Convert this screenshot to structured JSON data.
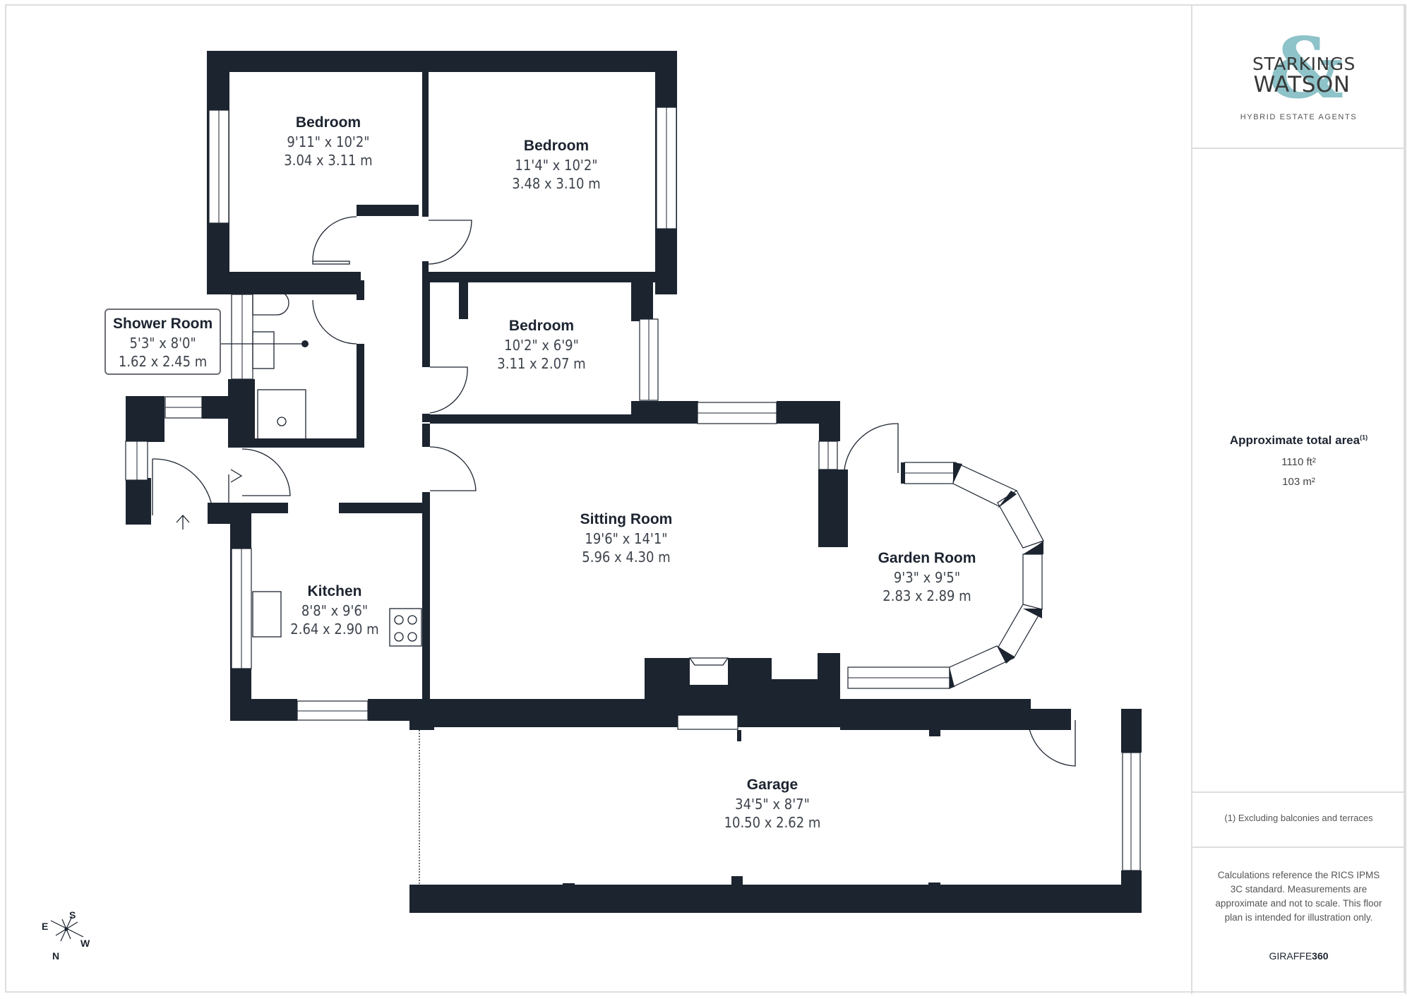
{
  "brand": {
    "logo_line1": "STARKINGS",
    "logo_line2": "WATSON",
    "logo_ampersand": "&",
    "tagline": "HYBRID ESTATE AGENTS",
    "accent_color": "#8dc3c9",
    "wall_color": "#1c2430"
  },
  "summary": {
    "title": "Approximate total area",
    "footnote_marker": "(1)",
    "area_ft": "1110 ft²",
    "area_m": "103 m²"
  },
  "footnotes": {
    "note1": "(1) Excluding balconies and terraces",
    "disclaimer": "Calculations reference the RICS IPMS 3C standard. Measurements are approximate and not to scale. This floor plan is intended for illustration only.",
    "provider_a": "GIRAFFE",
    "provider_b": "360"
  },
  "rooms": [
    {
      "name": "Bedroom",
      "imperial": "9'11\" x 10'2\"",
      "metric": "3.04 x 3.11 m"
    },
    {
      "name": "Bedroom",
      "imperial": "11'4\" x 10'2\"",
      "metric": "3.48 x 3.10 m"
    },
    {
      "name": "Bedroom",
      "imperial": "10'2\" x 6'9\"",
      "metric": "3.11 x 2.07 m"
    },
    {
      "name": "Shower Room",
      "imperial": "5'3\" x 8'0\"",
      "metric": "1.62 x 2.45 m"
    },
    {
      "name": "Sitting Room",
      "imperial": "19'6\" x 14'1\"",
      "metric": "5.96 x 4.30 m"
    },
    {
      "name": "Garden Room",
      "imperial": "9'3\" x 9'5\"",
      "metric": "2.83 x 2.89 m"
    },
    {
      "name": "Kitchen",
      "imperial": "8'8\" x 9'6\"",
      "metric": "2.64 x 2.90 m"
    },
    {
      "name": "Garage",
      "imperial": "34'5\" x 8'7\"",
      "metric": "10.50 x 2.62 m"
    }
  ],
  "compass": {
    "n": "N",
    "s": "S",
    "e": "E",
    "w": "W"
  }
}
